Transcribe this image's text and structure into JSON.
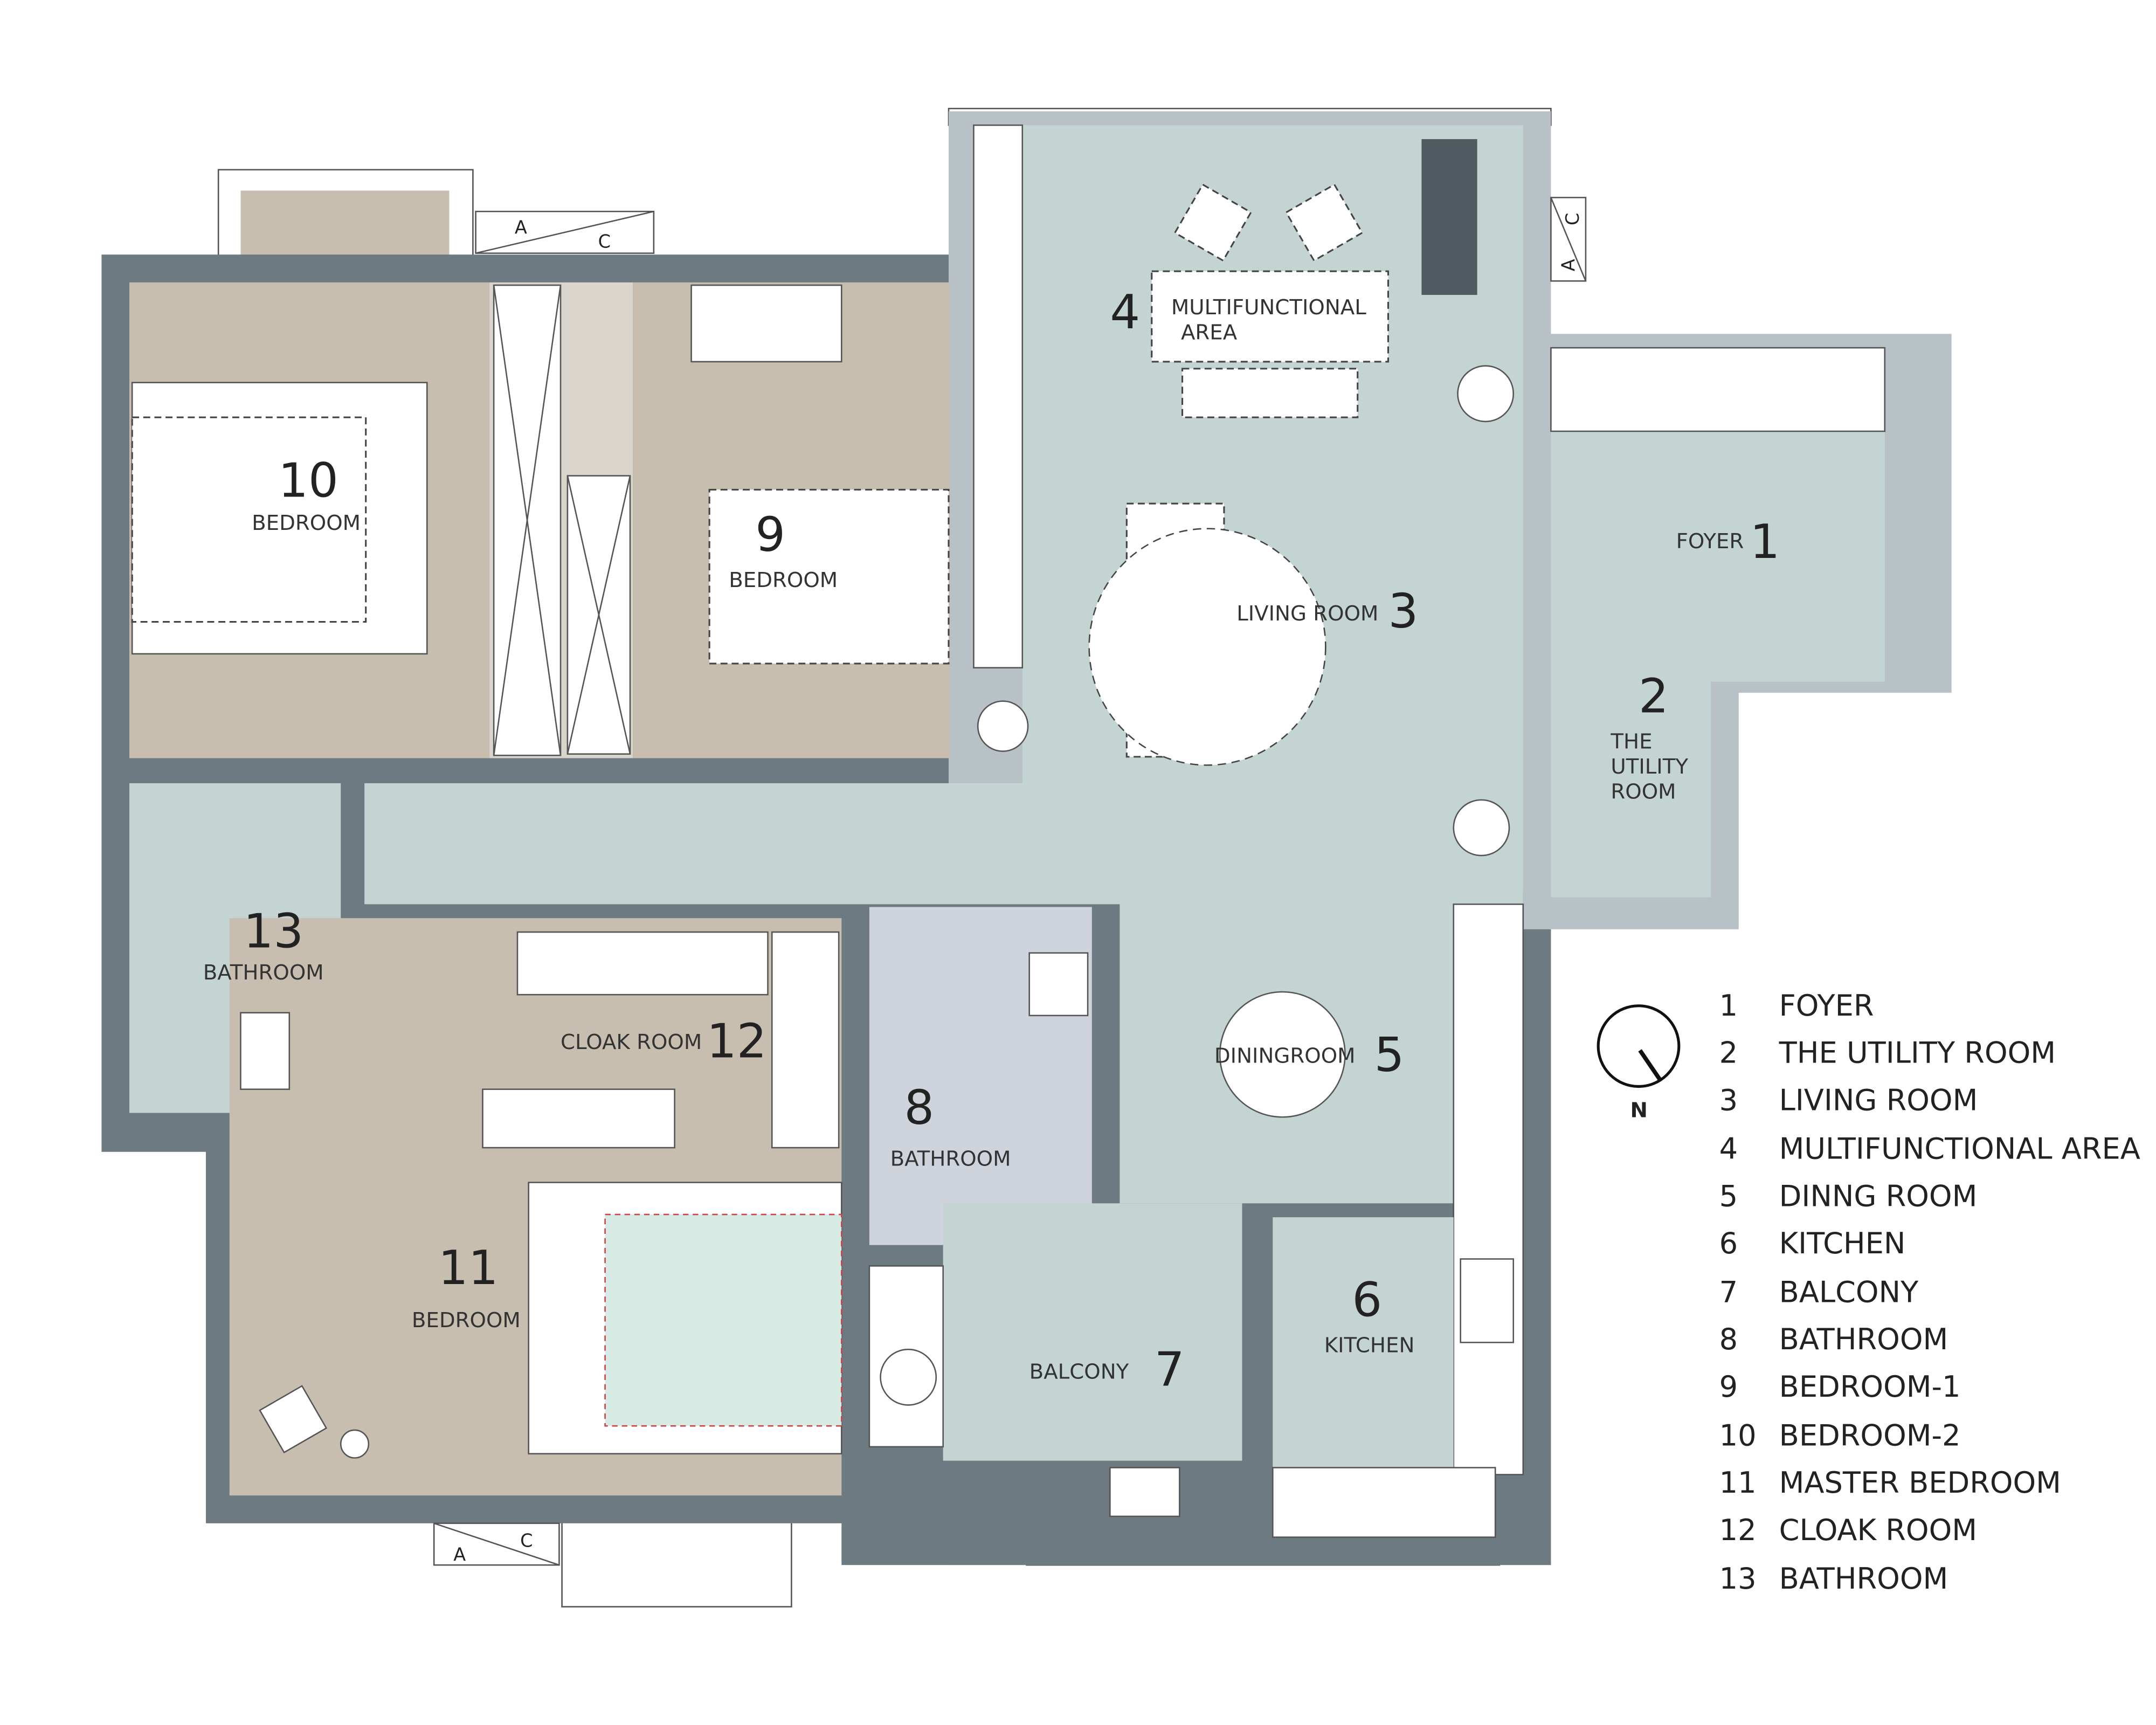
{
  "plan": {
    "rooms": [
      {
        "num": "1",
        "label": "FOYER"
      },
      {
        "num": "2",
        "label_lines": [
          "THE",
          "UTILITY",
          "ROOM"
        ]
      },
      {
        "num": "3",
        "label": "LIVING ROOM"
      },
      {
        "num": "4",
        "label_lines": [
          "MULTIFUNCTIONAL",
          "AREA"
        ]
      },
      {
        "num": "5",
        "label": "DININGROOM"
      },
      {
        "num": "6",
        "label": "KITCHEN"
      },
      {
        "num": "7",
        "label": "BALCONY"
      },
      {
        "num": "8",
        "label": "BATHROOM"
      },
      {
        "num": "9",
        "label": "BEDROOM"
      },
      {
        "num": "10",
        "label": "BEDROOM"
      },
      {
        "num": "11",
        "label": "BEDROOM"
      },
      {
        "num": "12",
        "label": "CLOAK ROOM"
      },
      {
        "num": "13",
        "label": "BATHROOM"
      }
    ],
    "section_markers": [
      {
        "a": "A",
        "c": "C"
      },
      {
        "a": "A",
        "c": "C"
      },
      {
        "a": "A",
        "c": "C"
      }
    ]
  },
  "compass": {
    "label": "N"
  },
  "legend": [
    {
      "num": "1",
      "name": "FOYER"
    },
    {
      "num": "2",
      "name": "THE UTILITY ROOM"
    },
    {
      "num": "3",
      "name": "LIVING ROOM"
    },
    {
      "num": "4",
      "name": "MULTIFUNCTIONAL AREA"
    },
    {
      "num": "5",
      "name": "DINNG ROOM"
    },
    {
      "num": "6",
      "name": "KITCHEN"
    },
    {
      "num": "7",
      "name": "BALCONY"
    },
    {
      "num": "8",
      "name": "BATHROOM"
    },
    {
      "num": "9",
      "name": "BEDROOM-1"
    },
    {
      "num": "10",
      "name": "BEDROOM-2"
    },
    {
      "num": "11",
      "name": "MASTER BEDROOM"
    },
    {
      "num": "12",
      "name": "CLOAK ROOM"
    },
    {
      "num": "13",
      "name": "BATHROOM"
    }
  ],
  "colors": {
    "wall_dark": "#6e7a81",
    "wall_light": "#b8c1c5",
    "wood": "#c8beb0",
    "terrazzo": "#c4d4d2"
  }
}
